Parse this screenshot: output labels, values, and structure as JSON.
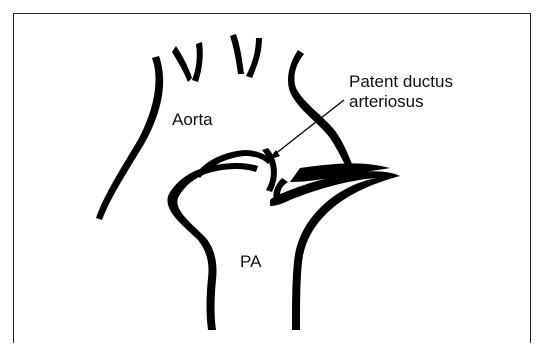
{
  "diagram": {
    "labels": {
      "aorta": "Aorta",
      "pa": "PA",
      "pda_line1": "Patent ductus",
      "pda_line2": "arteriosus"
    },
    "colors": {
      "stroke": "#000000",
      "background": "#ffffff"
    }
  }
}
